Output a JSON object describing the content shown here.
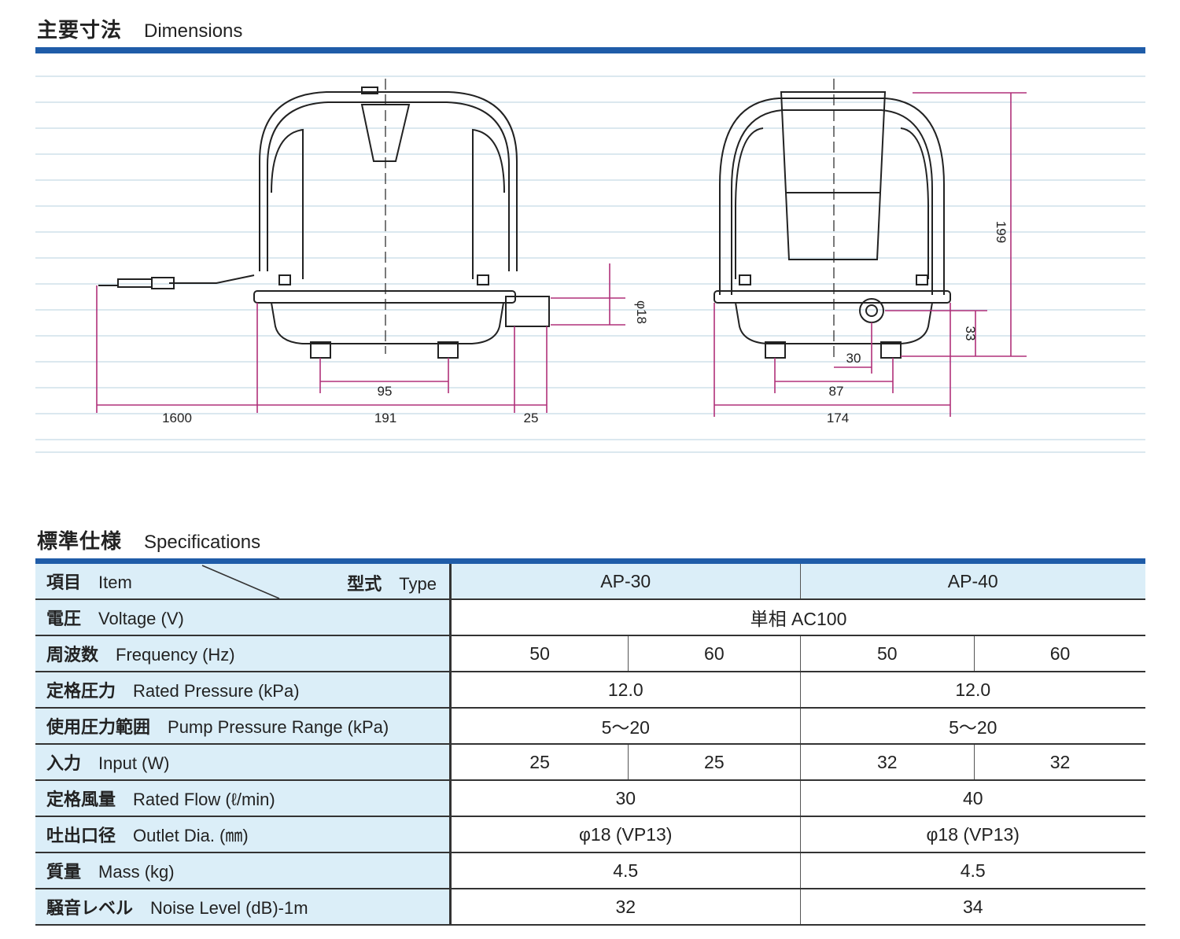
{
  "dimensions": {
    "title_jp": "主要寸法",
    "title_en": "Dimensions",
    "labels": {
      "cord": "1600",
      "width_side": "191",
      "outlet_len": "25",
      "foot_span_side": "95",
      "outlet_dia": "φ18",
      "width_front": "174",
      "foot_span_front": "87",
      "outlet_offset": "30",
      "outlet_height": "33",
      "height": "199"
    }
  },
  "specifications": {
    "title_jp": "標準仕様",
    "title_en": "Specifications",
    "header": {
      "item_jp": "項目",
      "item_en": "Item",
      "type_jp": "型式",
      "type_en": "Type",
      "models": [
        "AP-30",
        "AP-40"
      ]
    },
    "rows": [
      {
        "jp": "電圧",
        "en": "Voltage (V)",
        "span_all": "単相 AC100"
      },
      {
        "jp": "周波数",
        "en": "Frequency (Hz)",
        "cells": [
          "50",
          "60",
          "50",
          "60"
        ]
      },
      {
        "jp": "定格圧力",
        "en": "Rated Pressure (kPa)",
        "models": [
          "12.0",
          "12.0"
        ]
      },
      {
        "jp": "使用圧力範囲",
        "en": "Pump Pressure Range (kPa)",
        "models": [
          "5～20",
          "5～20"
        ]
      },
      {
        "jp": "入力",
        "en": "Input (W)",
        "cells": [
          "25",
          "25",
          "32",
          "32"
        ]
      },
      {
        "jp": "定格風量",
        "en": "Rated Flow (ℓ/min)",
        "models": [
          "30",
          "40"
        ]
      },
      {
        "jp": "吐出口径",
        "en": "Outlet Dia. (㎜)",
        "models": [
          "φ18 (VP13)",
          "φ18 (VP13)"
        ]
      },
      {
        "jp": "質量",
        "en": "Mass (kg)",
        "models": [
          "4.5",
          "4.5"
        ]
      },
      {
        "jp": "騒音レベル",
        "en": "Noise Level (dB)-1m",
        "models": [
          "32",
          "34"
        ]
      }
    ]
  }
}
